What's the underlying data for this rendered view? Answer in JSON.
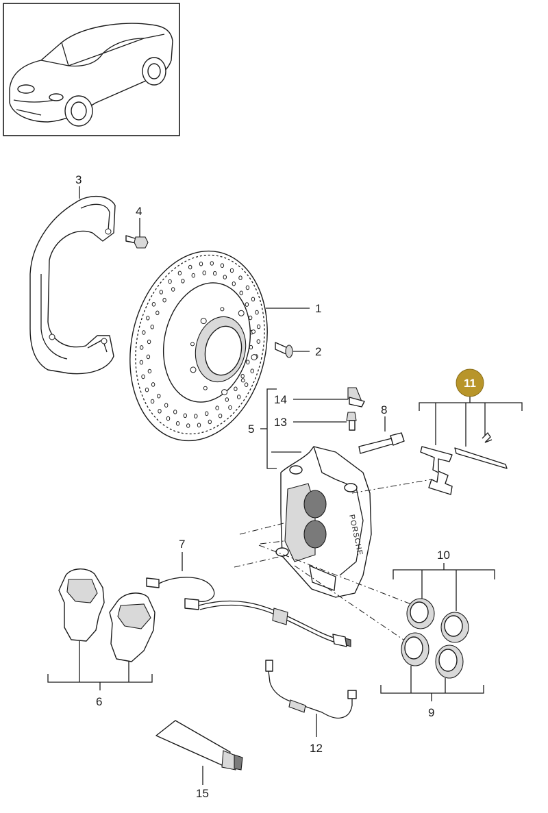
{
  "callouts": {
    "c1": "1",
    "c2": "2",
    "c3": "3",
    "c4": "4",
    "c5": "5",
    "c6": "6",
    "c7": "7",
    "c8": "8",
    "c9": "9",
    "c10": "10",
    "c11": "11",
    "c12": "12",
    "c13": "13",
    "c14": "14",
    "c15": "15"
  },
  "caliper_logo_text": "PORSCHE",
  "colors": {
    "highlight": "#b8952a",
    "line": "#1a1a1a",
    "background": "#ffffff"
  },
  "selected_callout": "11"
}
